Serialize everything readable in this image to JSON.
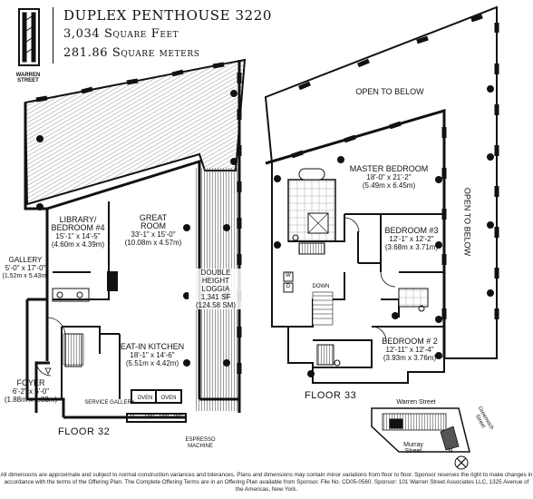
{
  "brand": {
    "name": "WARREN STREET"
  },
  "header": {
    "title": "DUPLEX PENTHOUSE 3220",
    "area_ft": "3,034 Square Feet",
    "area_m": "281.86 Square meters"
  },
  "floor32": {
    "label": "FLOOR 32",
    "rooms": {
      "library_title": "LIBRARY/ BEDROOM #4",
      "library_ft": "15'-1\" x 14'-5\"",
      "library_m": "(4.60m x 4.39m)",
      "great_title": "GREAT ROOM",
      "great_ft": "33'-1\" x 15'-0\"",
      "great_m": "(10.08m x 4.57m)",
      "loggia_title": "DOUBLE HEIGHT LOGGIA",
      "loggia_sf": "1,341 SF",
      "loggia_sm": "(124.58 SM)",
      "gallery_title": "GALLERY",
      "gallery_ft": "5'-0\" x 17'-0\"",
      "gallery_m": "(1.52m x 5.43m)",
      "kitchen_title": "EAT-IN KITCHEN",
      "kitchen_ft": "18'-1\" x 14'-6\"",
      "kitchen_m": "(5.51m x 4.42m)",
      "foyer_title": "FOYER",
      "foyer_ft": "6'-2\" x 6'-0\"",
      "foyer_m": "(1.88m x 1.83m)",
      "service_gallery": "SERVICE GALLERY",
      "oven1": "OVEN",
      "oven2": "OVEN",
      "appliances": [
        "R",
        "DW",
        "DW",
        "WC"
      ],
      "espresso": "ESPRESSO MACHINE"
    }
  },
  "floor33": {
    "label": "FLOOR 33",
    "open_below_top": "OPEN TO BELOW",
    "open_below_side": "OPEN TO BELOW",
    "down": "DOWN",
    "washer": "W",
    "dryer": "D",
    "rooms": {
      "master_title": "MASTER BEDROOM",
      "master_ft": "18'-0\" x 21'-2\"",
      "master_m": "(5.49m x 6.45m)",
      "bed3_title": "BEDROOM #3",
      "bed3_ft": "12'-1\" x 12'-2\"",
      "bed3_m": "(3.68m x 3.71m)",
      "bed2_title": "BEDROOM # 2",
      "bed2_ft": "12'-11\" x 12'-4\"",
      "bed2_m": "(3.93m x 3.76m)"
    }
  },
  "keyplan": {
    "top_street": "Warren Street",
    "side_street": "Greenwich Street",
    "bottom_street": "Murray Street",
    "north": "N"
  },
  "disclaimer": "All dimensions are approximate and subject to normal construction variances and tolerances. Plans and dimensions may contain minor variations from floor to floor. Sponsor reserves the right to make changes in accordance with the terms of the Offering Plan. The Complete Offering Terms are in an Offering Plan available from Sponsor. File No. CD05-0560. Sponsor: 101 Warren Street Associates LLC, 1325 Avenue of the Americas, New York."
}
